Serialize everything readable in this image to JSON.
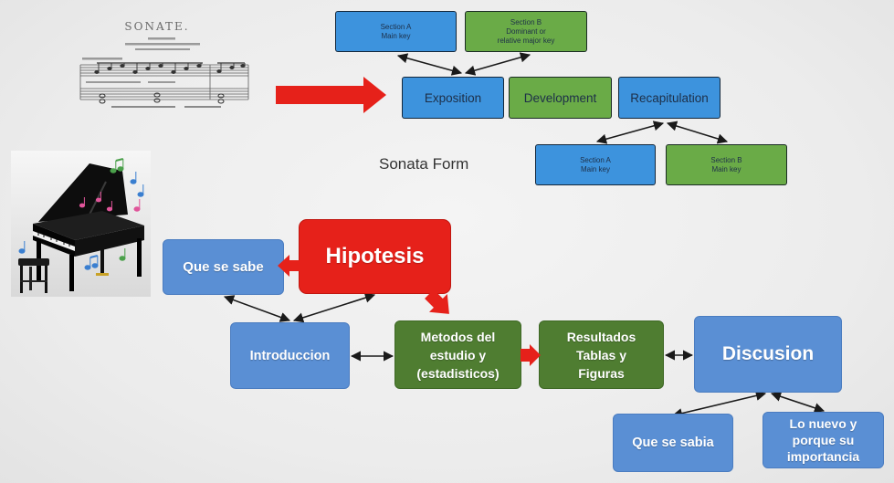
{
  "colors": {
    "background": "#ececec",
    "sonata_blue": "#3d93dd",
    "sonata_green": "#6aab47",
    "paper_blue": "#5a8fd4",
    "paper_green": "#4f7d31",
    "hipotesis_red": "#e6211a",
    "arrow_red": "#e6211a",
    "connector": "#1a1a1a"
  },
  "icons": {
    "sheet_music": "sheet-music-icon",
    "piano": "grand-piano-icon"
  },
  "sheet_music": {
    "title": "SONATE."
  },
  "sonata": {
    "title": "Sonata Form",
    "top_section_a": [
      "Section A",
      "Main key"
    ],
    "top_section_b": [
      "Section B",
      "Dominant or",
      "relative major key"
    ],
    "exposition": "Exposition",
    "development": "Development",
    "recapitulation": "Recapitulation",
    "bottom_section_a": [
      "Section A",
      "Main key"
    ],
    "bottom_section_b": [
      "Section B",
      "Main key"
    ]
  },
  "paper": {
    "hipotesis": "Hipotesis",
    "que_se_sabe": "Que se sabe",
    "introduccion": "Introduccion",
    "metodos": [
      "Metodos del",
      "estudio y",
      "(estadisticos)"
    ],
    "resultados": [
      "Resultados",
      "Tablas y",
      "Figuras"
    ],
    "discusion": "Discusion",
    "que_se_sabia": "Que se sabia",
    "lo_nuevo": [
      "Lo nuevo y",
      "porque su",
      "importancia"
    ]
  }
}
